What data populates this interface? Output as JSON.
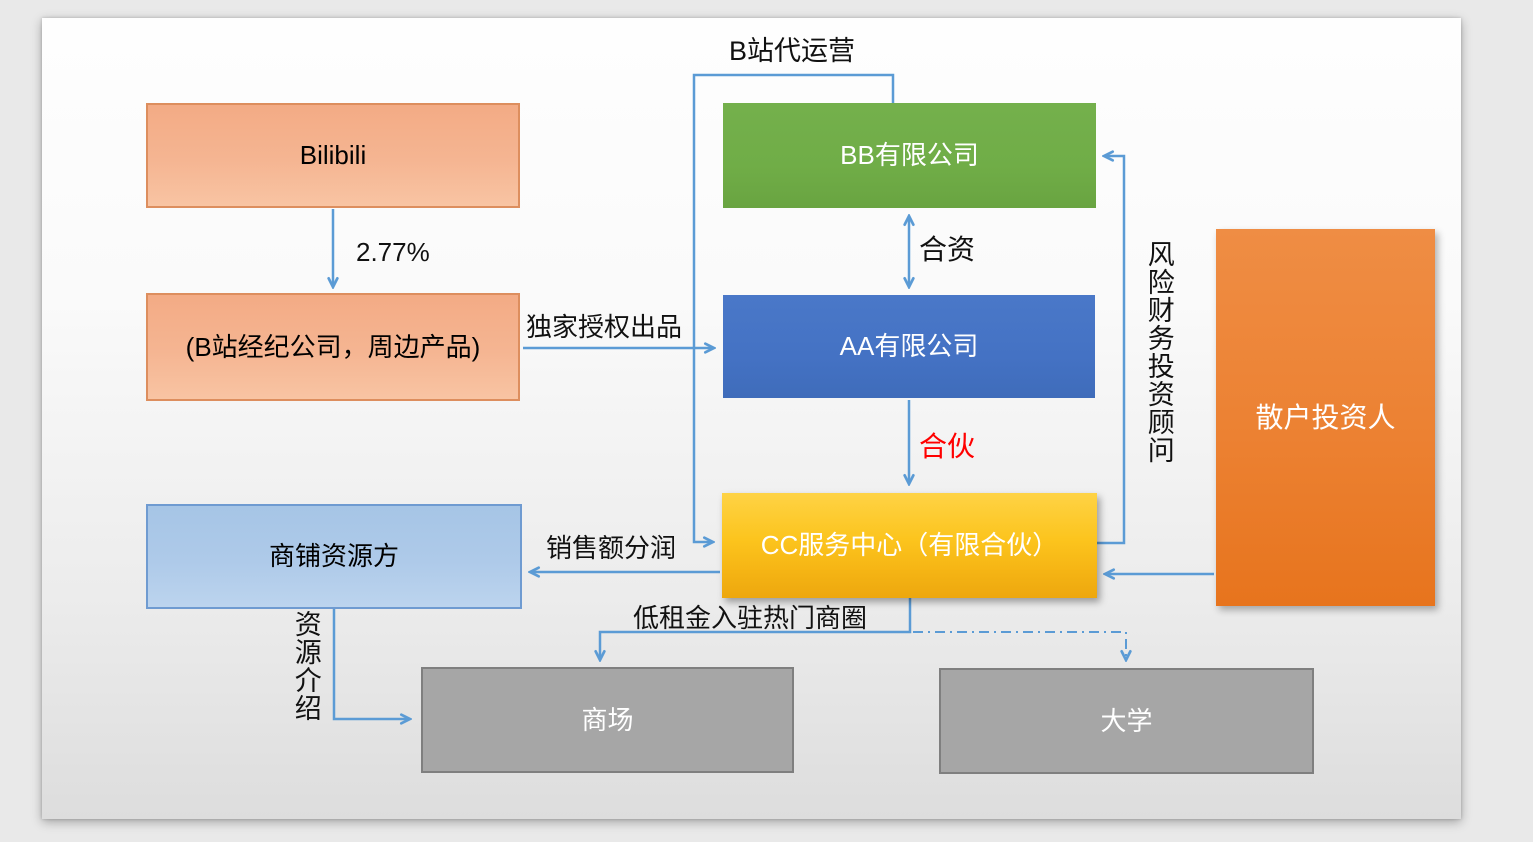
{
  "diagram_title": "Bilibili / AA / BB / CC partnership structure diagram",
  "nodes": {
    "bilibili": {
      "label": "Bilibili",
      "color": "#f5b592"
    },
    "agency": {
      "label": "(B站经纪公司，周边产品)",
      "color": "#f5b592"
    },
    "bb": {
      "label": "BB有限公司",
      "color": "#70ad47"
    },
    "aa": {
      "label": "AA有限公司",
      "color": "#4472c4"
    },
    "cc": {
      "label": "CC服务中心（有限合伙）",
      "color": "#fcc41d"
    },
    "shops": {
      "label": "商铺资源方",
      "color": "#aecae9"
    },
    "investors": {
      "label": "散户投资人",
      "color": "#ec8132"
    },
    "mall": {
      "label": "商场",
      "color": "#a6a6a6"
    },
    "university": {
      "label": "大学",
      "color": "#a6a6a6"
    }
  },
  "edge_labels": {
    "b_proxy": "B站代运营",
    "stake_pct": "2.77%",
    "exclusive": "独家授权出品",
    "joint_venture": "合资",
    "partnership": "合伙",
    "sales_share": "销售额分润",
    "low_rent": "低租金入驻热门商圈",
    "risk_advisor": "风险财务投资顾问",
    "resource_intro": "资源介绍"
  },
  "colors": {
    "connector_blue": "#5b9bd5",
    "partnership_red": "#ff0000",
    "page_background": "#e9e9e9",
    "slide_top": "#fefefe",
    "slide_bottom": "#dddddd"
  }
}
